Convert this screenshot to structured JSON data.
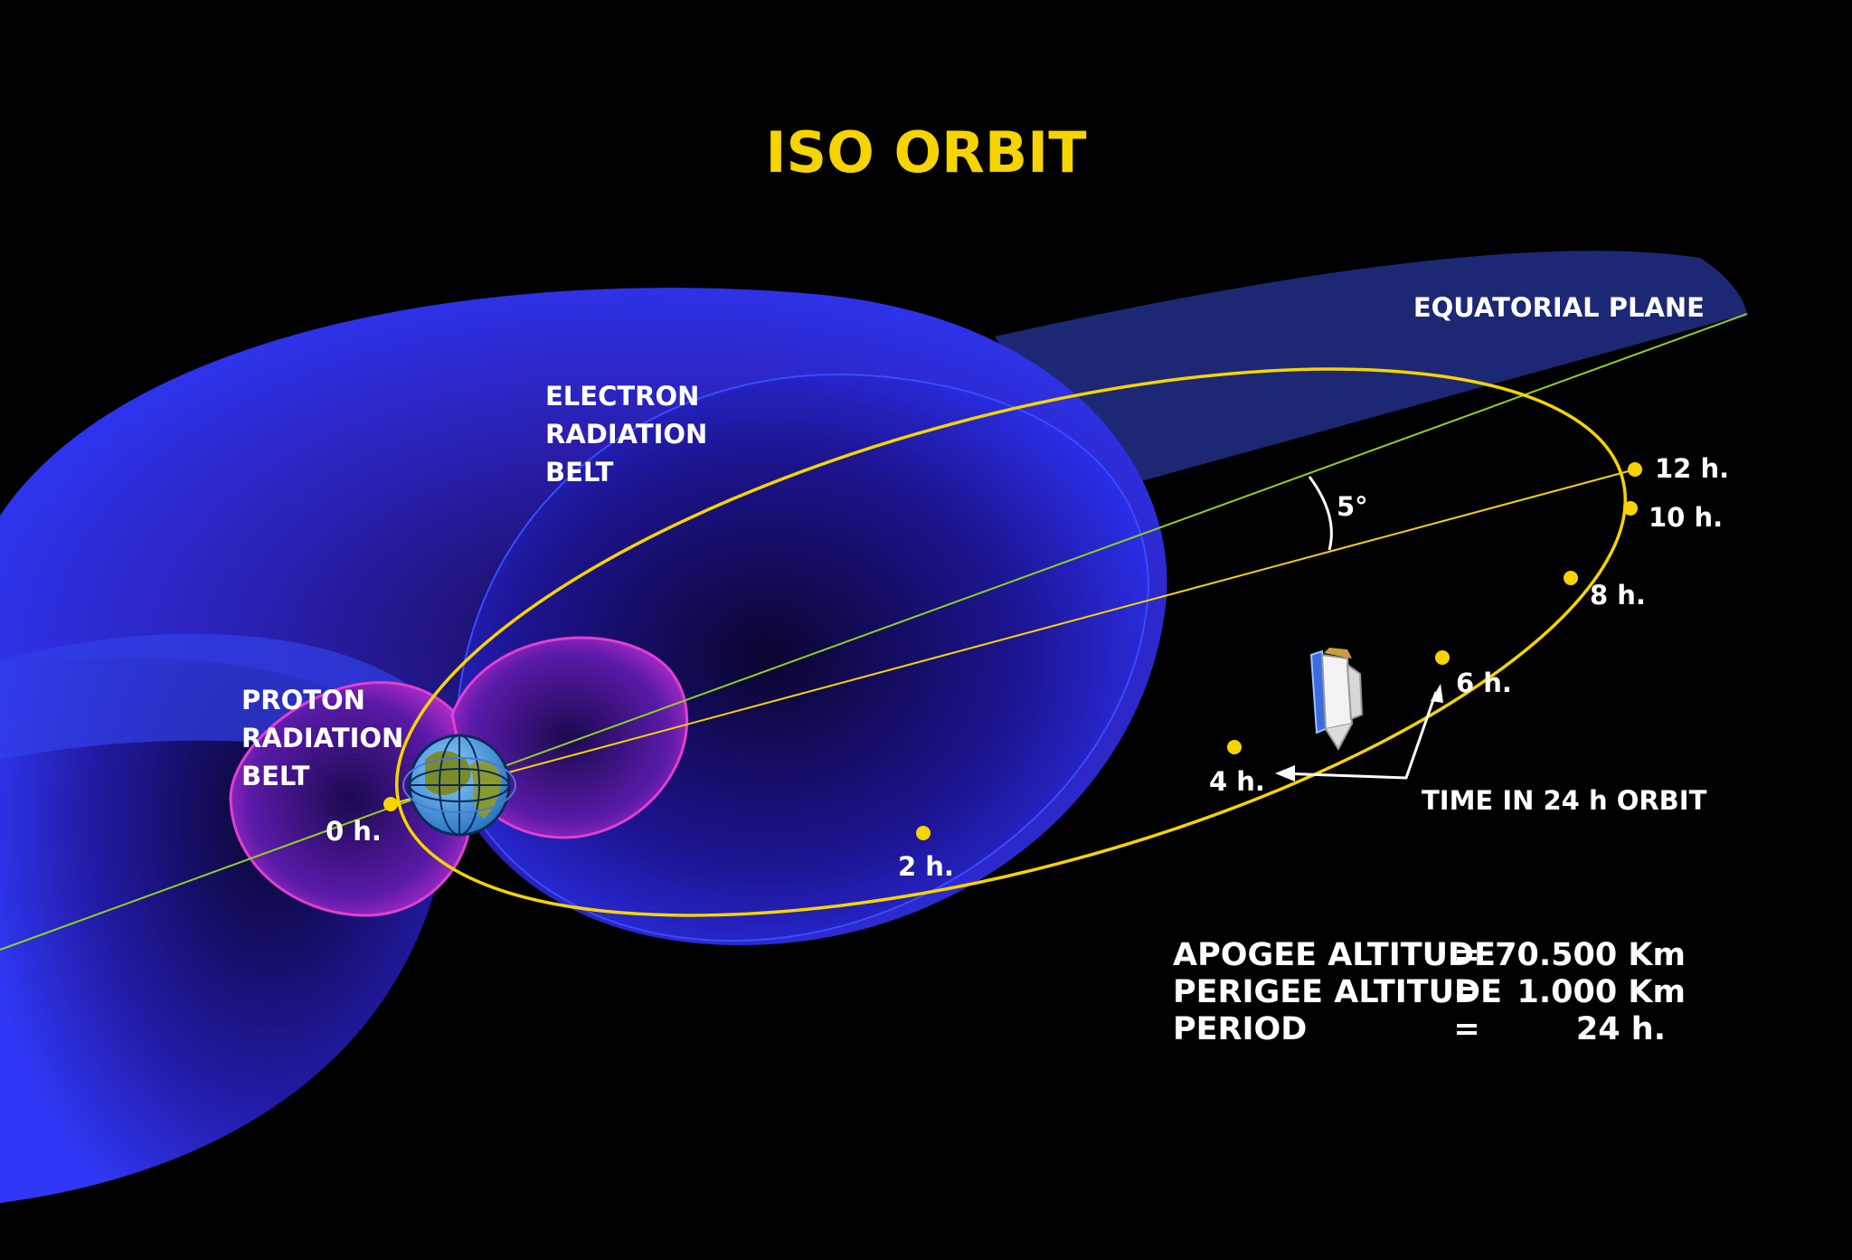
{
  "title": "ISO ORBIT",
  "labels": {
    "equatorial_plane": "EQUATORIAL PLANE",
    "electron_belt": [
      "ELECTRON",
      "RADIATION",
      "BELT"
    ],
    "proton_belt": [
      "PROTON",
      "RADIATION",
      "BELT"
    ],
    "inclination": "5°",
    "time_caption": "TIME IN 24 h ORBIT"
  },
  "orbit_markers": [
    {
      "label": "0 h.",
      "hours": 0
    },
    {
      "label": "2 h.",
      "hours": 2
    },
    {
      "label": "4 h.",
      "hours": 4
    },
    {
      "label": "6 h.",
      "hours": 6
    },
    {
      "label": "8 h.",
      "hours": 8
    },
    {
      "label": "10 h.",
      "hours": 10
    },
    {
      "label": "12 h.",
      "hours": 12
    }
  ],
  "stats": [
    {
      "name": "APOGEE ALTITUDE",
      "eq": "=",
      "value": "70.500 Km"
    },
    {
      "name": "PERIGEE ALTITUDE",
      "eq": "=",
      "value": "1.000 Km"
    },
    {
      "name": "PERIOD",
      "eq": "=",
      "value": "24 h."
    }
  ],
  "colors": {
    "background": "#000000",
    "title": "#f5d400",
    "orbit": "#f5d400",
    "belt_blue": "#2b2ff0",
    "belt_pink": "#e040d0",
    "plane": "#1e2a7a",
    "equator_line": "#8ed21e"
  }
}
